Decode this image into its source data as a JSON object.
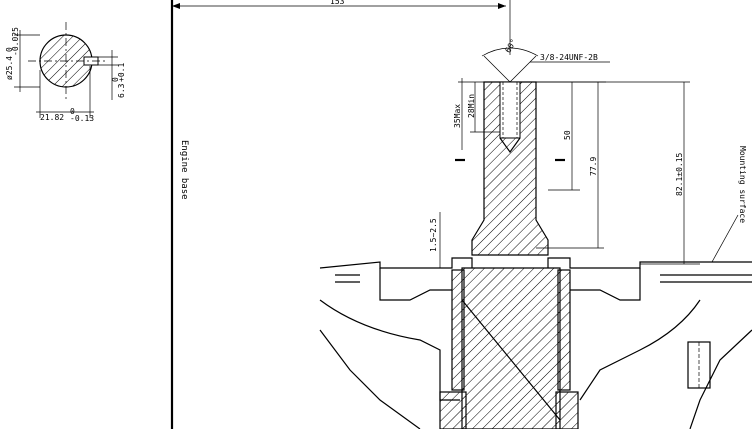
{
  "labels": {
    "top_length": "153",
    "engine_base": "Engine base",
    "mounting_surface": "Mounting surface",
    "thread_angle": "60°",
    "thread_spec": "3/8-24UNF-2B",
    "min_depth": "28Min",
    "max_depth": "35Max",
    "len_50": "50",
    "len_77_9": "77.9",
    "len_82_1": "82.1±0.15",
    "gap": "1.5~2.5",
    "shaft_dia": "ø25.4",
    "shaft_dia_tol_upper": "0",
    "shaft_dia_tol_lower": "-0.025",
    "key_width": "6.3",
    "key_tol_upper": "+0.1",
    "key_tol_lower": "0",
    "flat_dim": "21.82",
    "flat_tol_upper": "0",
    "flat_tol_lower": "-0.13"
  }
}
